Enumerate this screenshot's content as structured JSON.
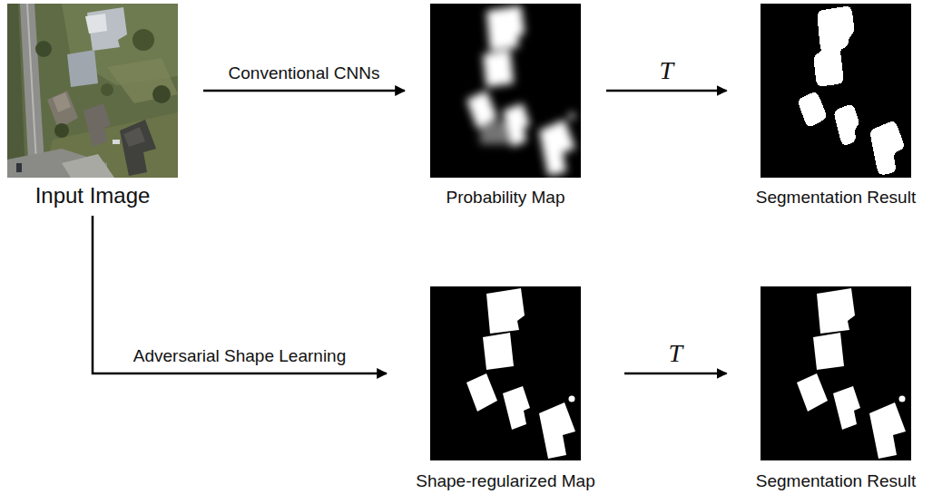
{
  "diagram": {
    "nodes": [
      {
        "text": [
          "Input Image"
        ]
      },
      {
        "text": [
          "Probability Map"
        ]
      },
      {
        "text": [
          "Segmentation Result"
        ]
      },
      {
        "text": [
          "Shape-regularized Map"
        ]
      },
      {
        "text": [
          "Segmentation Result"
        ]
      }
    ],
    "edges": [
      {
        "from": 0,
        "to": 1,
        "label": "Conventional CNNs",
        "arrow": "to"
      },
      {
        "from": 1,
        "to": 2,
        "label": "T",
        "arrow": "to"
      },
      {
        "from": 0,
        "to": 3,
        "label": "Adversarial Shape Learning",
        "arrow": "to"
      },
      {
        "from": 3,
        "to": 4,
        "label": "T",
        "arrow": "to"
      }
    ]
  }
}
